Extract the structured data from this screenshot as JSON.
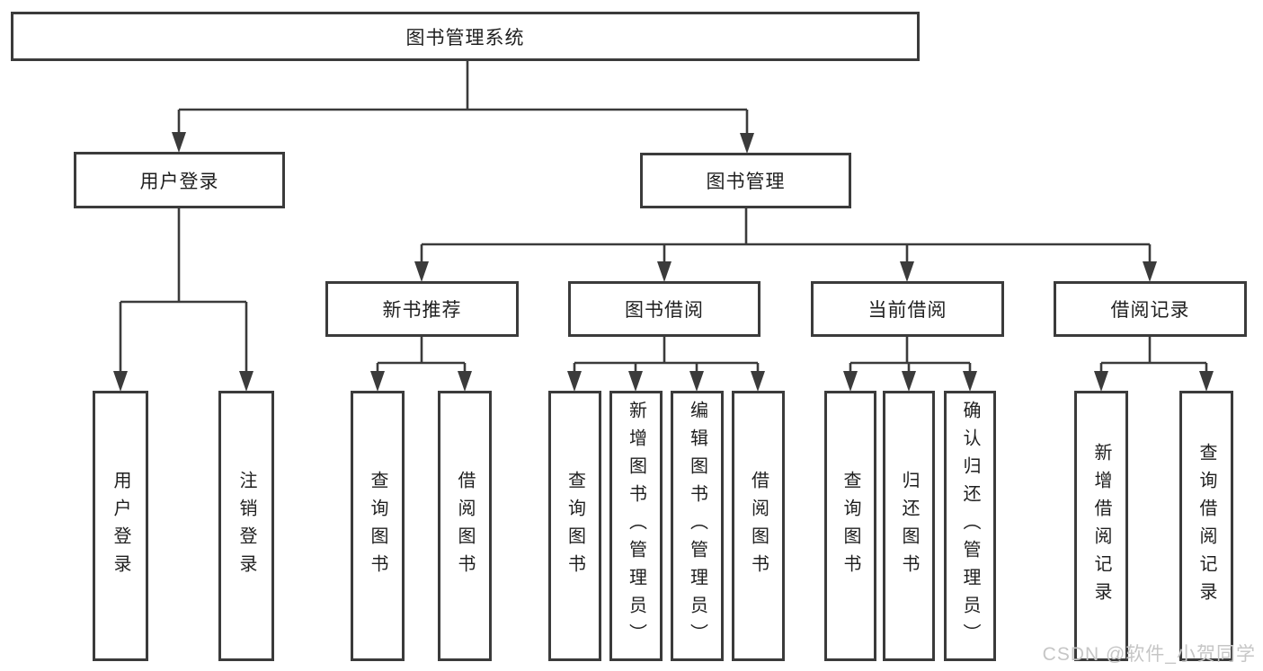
{
  "watermark": "CSDN @软件_小贺同学",
  "colors": {
    "background": "#ffffff",
    "border": "#3b3b3b",
    "connector": "#3b3b3b",
    "text": "#1f1f1f",
    "watermark": "#c6c6c6"
  },
  "tree": {
    "label": "图书管理系统",
    "children": [
      {
        "label": "用户登录",
        "children": [
          {
            "label": "用户登录"
          },
          {
            "label": "注销登录"
          }
        ]
      },
      {
        "label": "图书管理",
        "children": [
          {
            "label": "新书推荐",
            "children": [
              {
                "label": "查询图书"
              },
              {
                "label": "借阅图书"
              }
            ]
          },
          {
            "label": "图书借阅",
            "children": [
              {
                "label": "查询图书"
              },
              {
                "label": "新增图书（管理员）"
              },
              {
                "label": "编辑图书（管理员）"
              },
              {
                "label": "借阅图书"
              }
            ]
          },
          {
            "label": "当前借阅",
            "children": [
              {
                "label": "查询图书"
              },
              {
                "label": "归还图书"
              },
              {
                "label": "确认归还（管理员）"
              }
            ]
          },
          {
            "label": "借阅记录",
            "children": [
              {
                "label": "新增借阅记录"
              },
              {
                "label": "查询借阅记录"
              }
            ]
          }
        ]
      }
    ]
  }
}
